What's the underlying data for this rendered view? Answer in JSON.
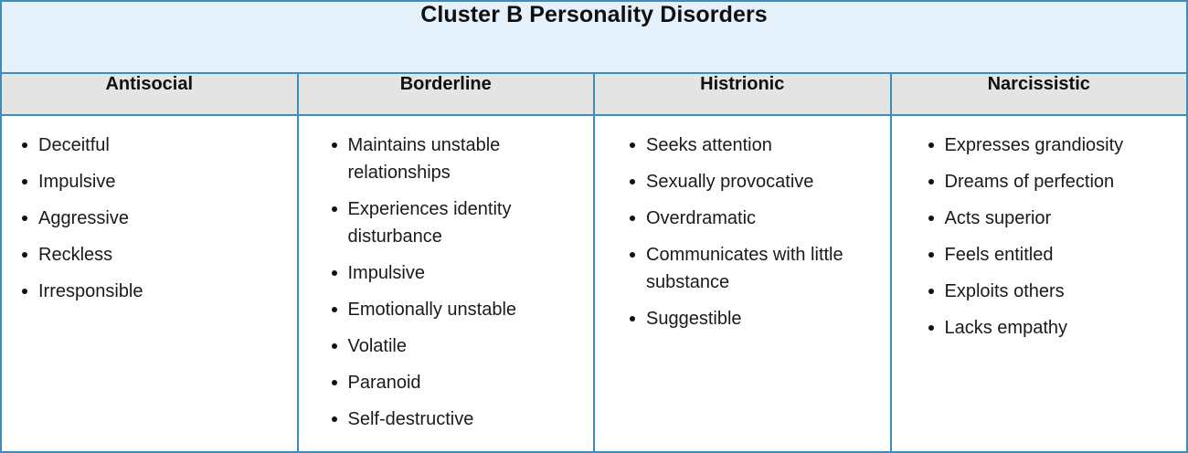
{
  "table": {
    "title": "Cluster B Personality Disorders",
    "title_bg": "#e4f1fa",
    "header_bg": "#e4e4e4",
    "border_color": "#3d8dbd",
    "columns": [
      {
        "header": "Antisocial",
        "items": [
          "Deceitful",
          "Impulsive",
          "Aggressive",
          "Reckless",
          "Irresponsible"
        ]
      },
      {
        "header": "Borderline",
        "items": [
          "Maintains unstable relationships",
          "Experiences identity disturbance",
          "Impulsive",
          "Emotionally unstable",
          "Volatile",
          "Paranoid",
          "Self-destructive"
        ]
      },
      {
        "header": "Histrionic",
        "items": [
          "Seeks attention",
          "Sexually provocative",
          "Overdramatic",
          "Communicates with little substance",
          "Suggestible"
        ]
      },
      {
        "header": "Narcissistic",
        "items": [
          "Expresses grandiosity",
          "Dreams of perfection",
          "Acts superior",
          "Feels entitled",
          "Exploits others",
          "Lacks empathy"
        ]
      }
    ]
  }
}
